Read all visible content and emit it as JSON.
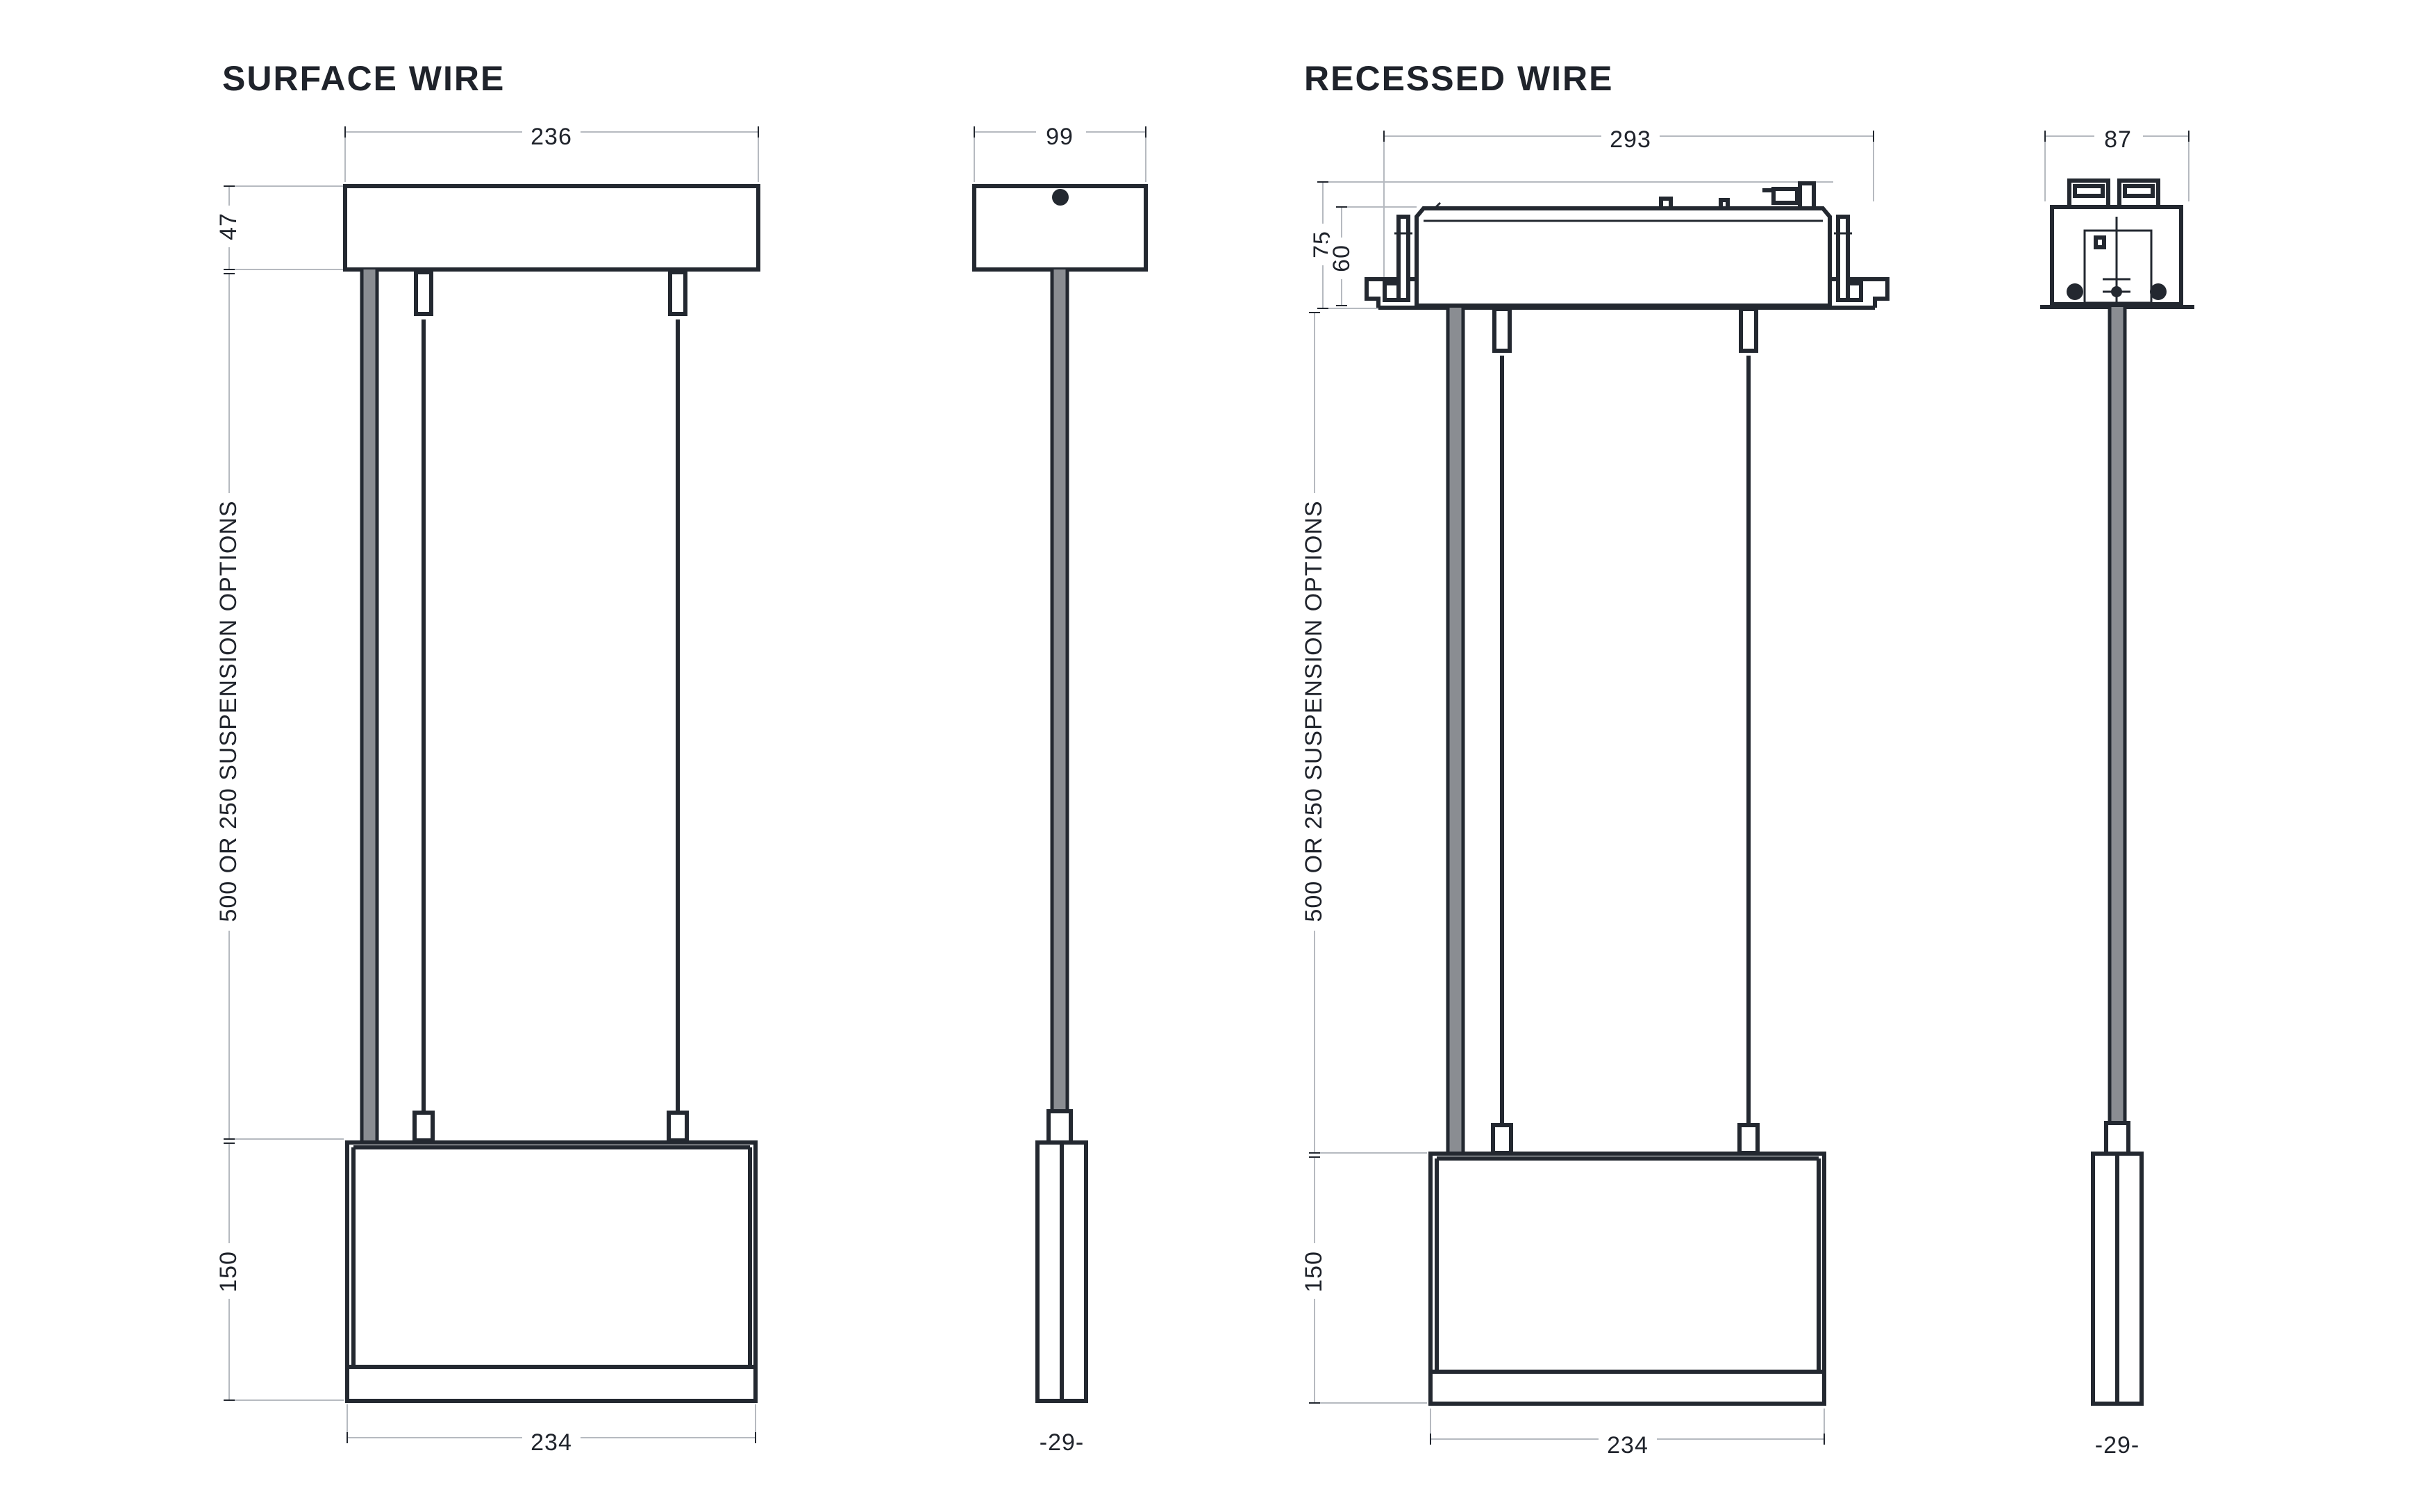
{
  "titles": {
    "surface": "SURFACE WIRE",
    "recessed": "RECESSED WIRE"
  },
  "surface": {
    "canopy_width": "236",
    "canopy_height": "47",
    "suspension": "500 OR 250 SUSPENSION OPTIONS",
    "body_height": "150",
    "body_width": "234",
    "side_canopy_width": "99",
    "side_body_width": "-29-"
  },
  "recessed": {
    "housing_width": "293",
    "housing_height_outer": "75",
    "housing_height_inner": "60",
    "suspension": "500 OR 250 SUSPENSION OPTIONS",
    "body_height": "150",
    "body_width": "234",
    "side_housing_width": "87",
    "side_body_width": "-29-"
  }
}
